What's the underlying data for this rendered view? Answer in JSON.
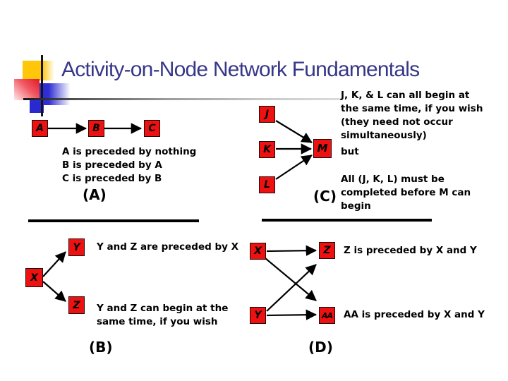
{
  "title": "Activity-on-Node Network Fundamentals",
  "colors": {
    "title_text": "#373789",
    "node_fill": "#ee1111",
    "node_border": "#1f0a0a",
    "decor_yellow": "#ffc60a",
    "decor_blue": "#2929cf",
    "decor_red": "#e01828",
    "body_text": "#000000"
  },
  "sections": {
    "a": {
      "label": "(A)",
      "nodes": [
        "A",
        "B",
        "C"
      ],
      "captions": [
        "A is preceded by nothing",
        "B is preceded by A",
        "C is preceded by B"
      ]
    },
    "b": {
      "label": "(B)",
      "nodes": [
        "X",
        "Y",
        "Z"
      ],
      "caption_top": "Y and Z are preceded by X",
      "caption_bottom": [
        "Y and Z can begin at the",
        "same time, if you wish"
      ]
    },
    "c": {
      "label": "(C)",
      "nodes": [
        "J",
        "K",
        "L",
        "M"
      ],
      "caption_top": [
        "J, K, & L can all begin at",
        "the same time, if you wish",
        "(they need not occur",
        "simultaneously)"
      ],
      "caption_mid": "but",
      "caption_bottom": [
        "All (J, K, L) must be",
        "completed before M can",
        "begin"
      ]
    },
    "d": {
      "label": "(D)",
      "nodes": [
        "X",
        "Y",
        "Z",
        "AA"
      ],
      "caption_top": "Z is preceded by X and Y",
      "caption_bottom": "AA is preceded by X and Y"
    }
  }
}
